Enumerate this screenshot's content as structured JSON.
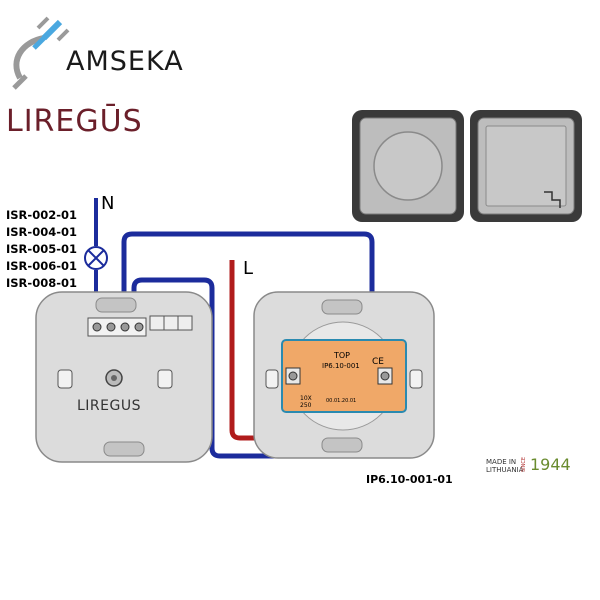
{
  "branding": {
    "distributor": "AMSEKA",
    "manufacturer": "LIREGŪS",
    "made_in": "MADE IN\nLITHUANIA",
    "since": "SINCE",
    "year": "1944"
  },
  "models": [
    "ISR-002-01",
    "ISR-004-01",
    "ISR-005-01",
    "ISR-006-01",
    "ISR-008-01"
  ],
  "wires": {
    "neutral": "N",
    "live": "L"
  },
  "dimmer": {
    "brand": "LIREGUS"
  },
  "module": {
    "top": "TOP",
    "code": "IP6.10-001",
    "rating_a": "10X",
    "rating_v": "250",
    "date": "00.01.20.01"
  },
  "product_code": "IP6.10-001-01",
  "colors": {
    "neutral_wire": "#1c2c9c",
    "live_wire": "#b01c1c",
    "module": "#f0a868",
    "plate": "#dcdcdc"
  }
}
